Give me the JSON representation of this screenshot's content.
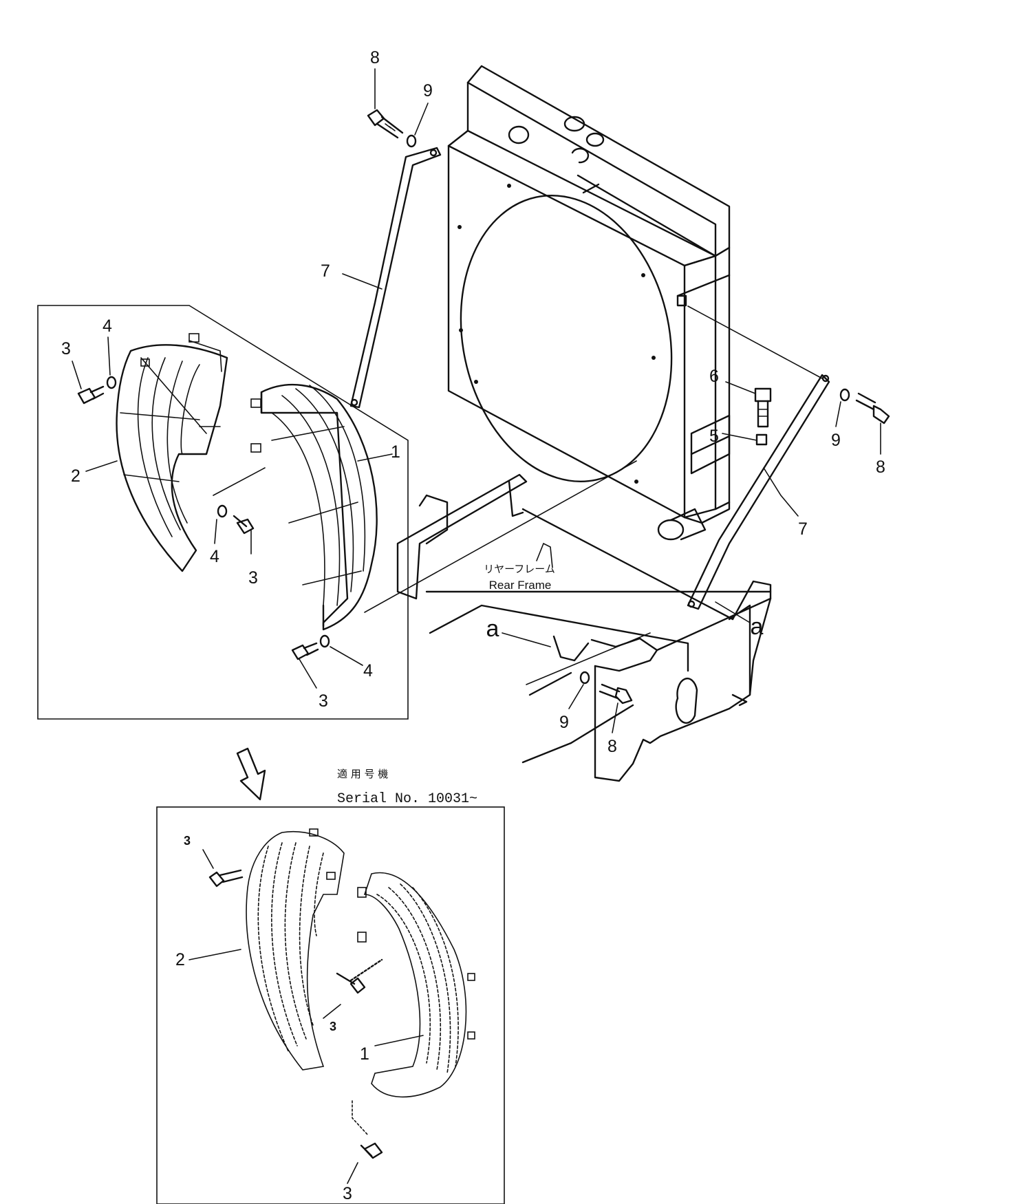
{
  "callouts": {
    "c8_top": "8",
    "c9_top": "9",
    "c7_left": "7",
    "c4_a": "4",
    "c3_a": "3",
    "c2_main": "2",
    "c1_main": "1",
    "c4_b": "4",
    "c3_b": "3",
    "c4_c": "4",
    "c3_c": "3",
    "c6": "6",
    "c5": "5",
    "c9_right": "9",
    "c8_right": "8",
    "c7_right": "7",
    "a_left": "a",
    "a_right": "a",
    "c9_bottom": "9",
    "c8_bottom": "8"
  },
  "rear_frame": {
    "jp": "リヤーフレーム",
    "en": "Rear Frame"
  },
  "serial": {
    "jp": "適 用 号 機",
    "text": "Serial No. 10031~"
  },
  "inset": {
    "c3_top": "3",
    "c2": "2",
    "c3_mid": "3",
    "c1": "1",
    "c3_bottom": "3"
  }
}
